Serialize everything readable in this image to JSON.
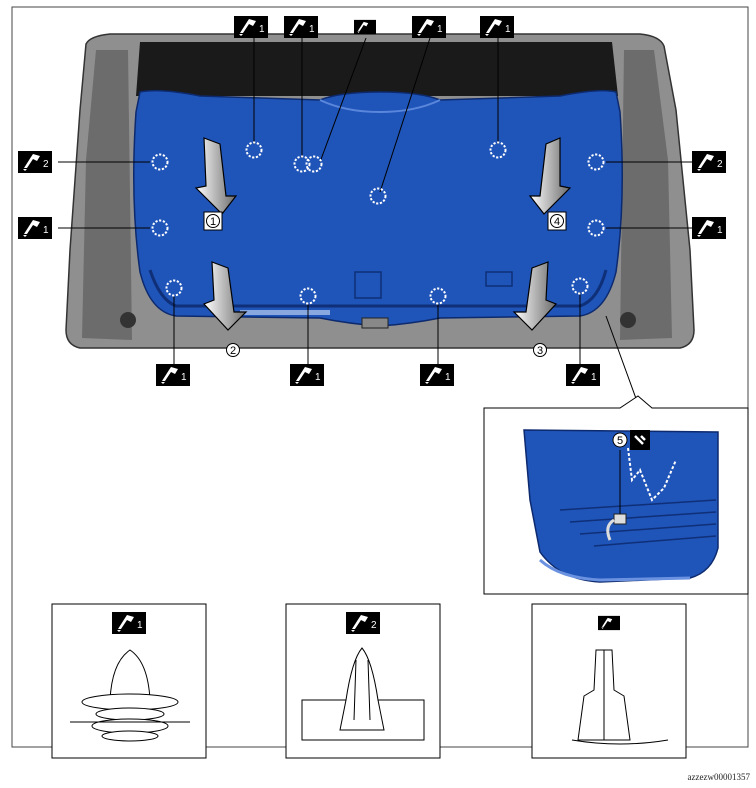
{
  "figure": {
    "reference_code": "azzezw00001357",
    "clip_type_labels": {
      "type1": "1",
      "type2": "2"
    },
    "callouts": [
      "1",
      "2",
      "3",
      "4",
      "5"
    ],
    "colors": {
      "trim_panel": "#1f54b8",
      "trim_panel_dark": "#0f2f78",
      "car_body": "#9a9a9a",
      "badge": "#000000",
      "line": "#000000"
    },
    "icons": [
      "clip-icon",
      "tool-icon",
      "push-direction-arrow"
    ],
    "detail_views": [
      "clip-type-1-detail",
      "clip-type-2-detail",
      "clip-type-3-detail",
      "connector-5-detail"
    ]
  }
}
